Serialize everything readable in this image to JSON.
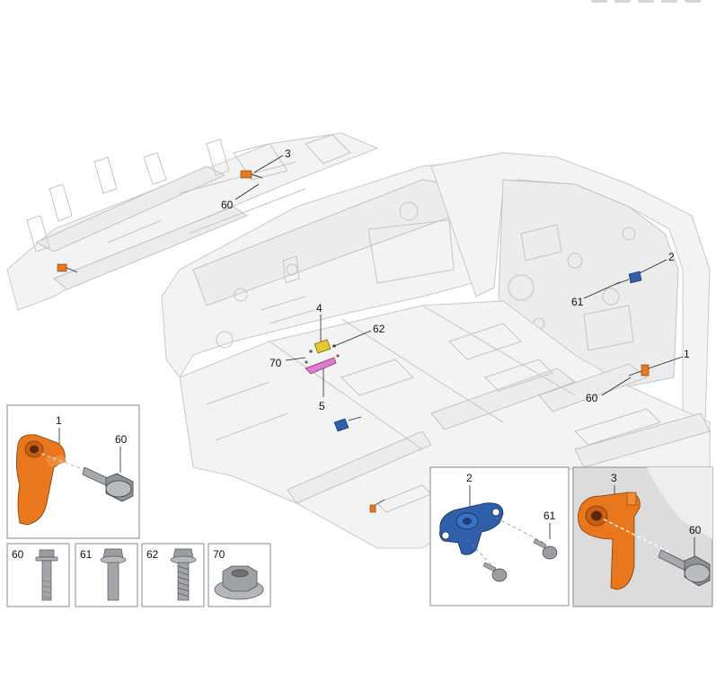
{
  "colors": {
    "bracket_orange": "#e8771e",
    "sensor_blue": "#2f5fa8",
    "bracket_pink": "#e27bd0",
    "module_yellow": "#e9c92a",
    "bolt_gray": "#9a9ea3"
  },
  "callouts": {
    "c3": "3",
    "c60_top": "60",
    "c4": "4",
    "c62": "62",
    "c70": "70",
    "c5": "5",
    "c2": "2",
    "c61": "61",
    "c1": "1",
    "c60_right": "60"
  },
  "insets": {
    "part1": {
      "label": "1",
      "bolt_label": "60"
    },
    "part2": {
      "label": "2",
      "bolt_label": "61"
    },
    "part3": {
      "label": "3",
      "bolt_label": "60"
    }
  },
  "fasteners": [
    {
      "label": "60",
      "icon": "long-flange-bolt-icon"
    },
    {
      "label": "61",
      "icon": "flange-bolt-icon"
    },
    {
      "label": "62",
      "icon": "threaded-stud-bolt-icon"
    },
    {
      "label": "70",
      "icon": "hex-flange-nut-icon"
    }
  ]
}
